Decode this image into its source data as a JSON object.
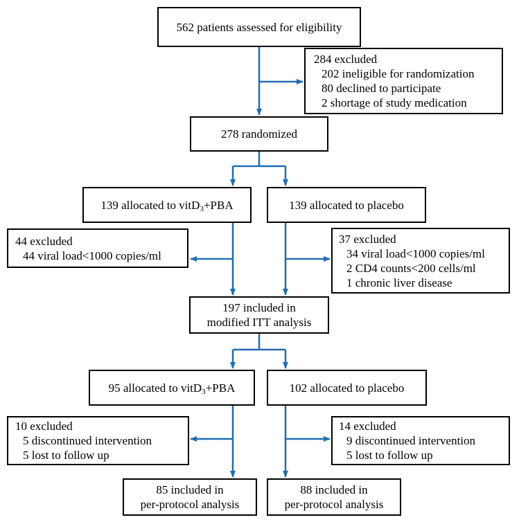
{
  "arrow_color": "#1f6db5",
  "screening": {
    "text": "562 patients assessed for eligibility"
  },
  "screen_excluded": {
    "title": "284 excluded",
    "items": [
      "202 ineligible for randomization",
      "80 declined to participate",
      "2 shortage of study medication"
    ]
  },
  "randomized": {
    "text": "278 randomized"
  },
  "alloc1": {
    "left": {
      "prefix": "139 allocated to vitD",
      "sub": "3",
      "suffix": "+PBA"
    },
    "right": {
      "text": "139 allocated to placebo"
    }
  },
  "excl1": {
    "left": {
      "title": "44 excluded",
      "items": [
        "44 viral load<1000 copies/ml"
      ]
    },
    "right": {
      "title": "37 excluded",
      "items": [
        "34 viral load<1000 copies/ml",
        "2 CD4 counts<200 cells/ml",
        "1 chronic liver disease"
      ]
    }
  },
  "itt": {
    "line1": "197 included in",
    "line2": "modified ITT analysis"
  },
  "alloc2": {
    "left": {
      "prefix": "95 allocated to vitD",
      "sub": "3",
      "suffix": "+PBA"
    },
    "right": {
      "text": "102 allocated to placebo"
    }
  },
  "excl2": {
    "left": {
      "title": "10 excluded",
      "items": [
        "5 discontinued intervention",
        "5 lost to follow up"
      ]
    },
    "right": {
      "title": "14 excluded",
      "items": [
        "9 discontinued intervention",
        "5 lost to follow up"
      ]
    }
  },
  "pp": {
    "left": {
      "line1": "85 included in",
      "line2": "per-protocol analysis"
    },
    "right": {
      "line1": "88 included in",
      "line2": "per-protocol analysis"
    }
  }
}
